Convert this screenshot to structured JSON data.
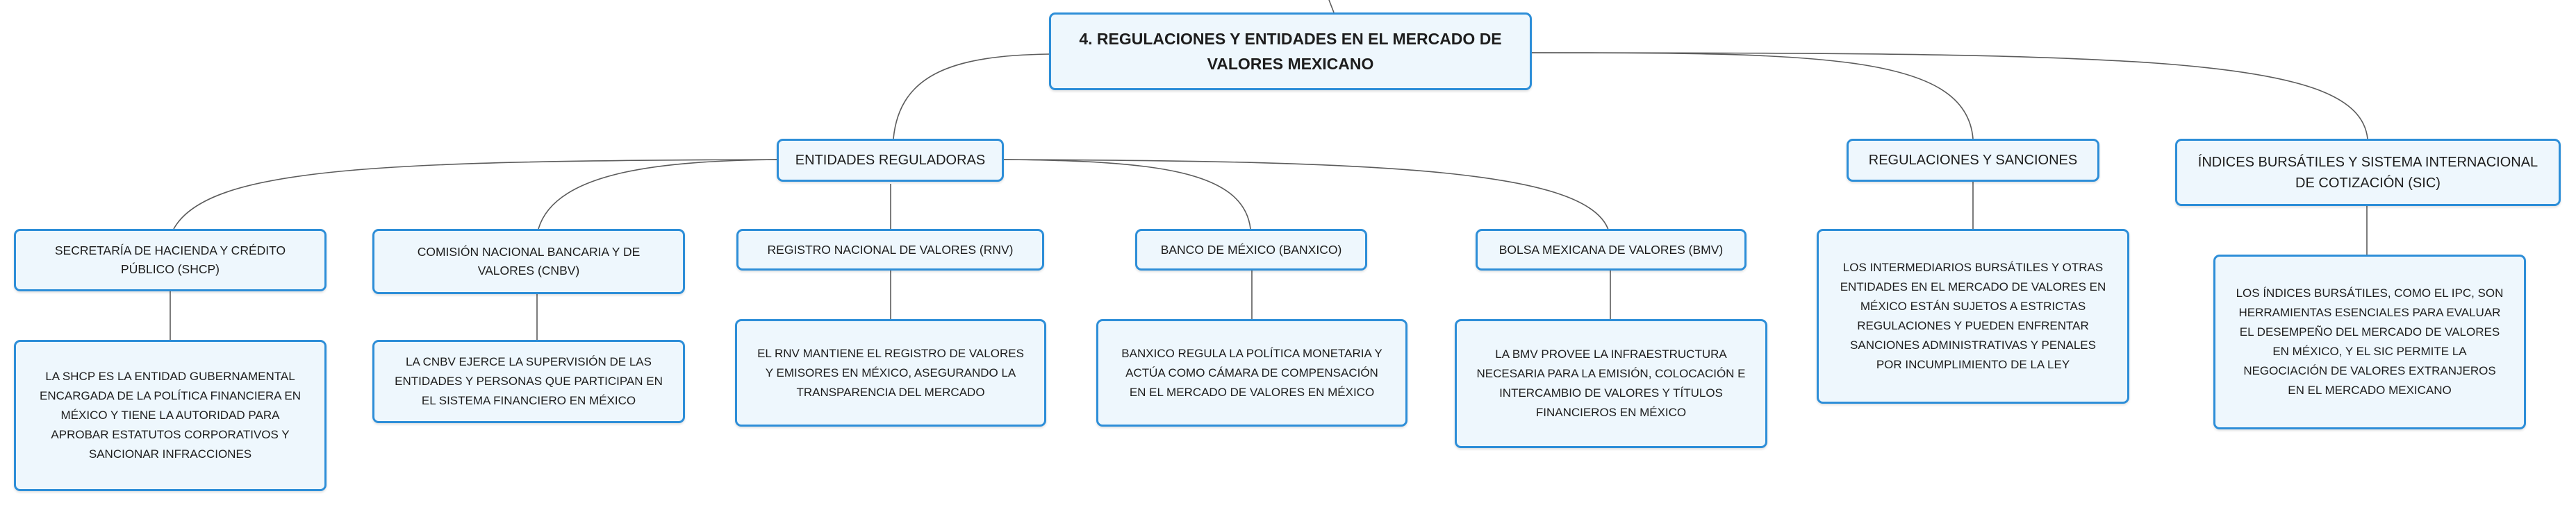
{
  "root": {
    "label": "4. REGULACIONES Y ENTIDADES EN EL MERCADO DE VALORES MEXICANO"
  },
  "topics": {
    "entidades": {
      "label": "ENTIDADES REGULADORAS",
      "children": {
        "shcp": {
          "label": "SECRETARÍA DE HACIENDA Y CRÉDITO PÚBLICO (SHCP)",
          "detail": "LA SHCP ES LA ENTIDAD GUBERNAMENTAL ENCARGADA DE LA POLÍTICA FINANCIERA EN MÉXICO Y TIENE LA AUTORIDAD PARA APROBAR ESTATUTOS CORPORATIVOS Y SANCIONAR INFRACCIONES"
        },
        "cnbv": {
          "label": "COMISIÓN NACIONAL BANCARIA Y DE VALORES (CNBV)",
          "detail": "LA CNBV EJERCE LA SUPERVISIÓN DE LAS ENTIDADES Y PERSONAS QUE PARTICIPAN EN EL SISTEMA FINANCIERO EN MÉXICO"
        },
        "rnv": {
          "label": "REGISTRO NACIONAL DE VALORES (RNV)",
          "detail": "EL RNV MANTIENE EL REGISTRO DE VALORES Y EMISORES EN MÉXICO, ASEGURANDO LA TRANSPARENCIA DEL MERCADO"
        },
        "banxico": {
          "label": "BANCO DE MÉXICO (BANXICO)",
          "detail": "BANXICO REGULA LA POLÍTICA MONETARIA Y ACTÚA COMO CÁMARA DE COMPENSACIÓN EN EL MERCADO DE VALORES EN MÉXICO"
        },
        "bmv": {
          "label": "BOLSA MEXICANA DE VALORES (BMV)",
          "detail": "LA BMV PROVEE LA INFRAESTRUCTURA NECESARIA PARA LA EMISIÓN, COLOCACIÓN E INTERCAMBIO DE VALORES Y TÍTULOS FINANCIEROS EN MÉXICO"
        }
      }
    },
    "regulaciones": {
      "label": "REGULACIONES Y SANCIONES",
      "detail": "LOS INTERMEDIARIOS BURSÁTILES Y OTRAS ENTIDADES EN EL MERCADO DE VALORES EN MÉXICO ESTÁN SUJETOS A ESTRICTAS REGULACIONES Y PUEDEN ENFRENTAR SANCIONES ADMINISTRATIVAS Y PENALES POR INCUMPLIMIENTO DE LA LEY"
    },
    "indices": {
      "label": "ÍNDICES BURSÁTILES Y SISTEMA INTERNACIONAL DE COTIZACIÓN (SIC)",
      "detail": "LOS ÍNDICES BURSÁTILES, COMO EL IPC, SON HERRAMIENTAS ESENCIALES PARA EVALUAR EL DESEMPEÑO DEL MERCADO DE VALORES EN MÉXICO, Y EL SIC PERMITE LA NEGOCIACIÓN DE VALORES EXTRANJEROS EN EL MERCADO MEXICANO"
    }
  },
  "colors": {
    "node_border": "#2d8ed8",
    "node_fill": "#eef7fd",
    "connector": "#5c5c5c",
    "text": "#1d1d1d"
  }
}
